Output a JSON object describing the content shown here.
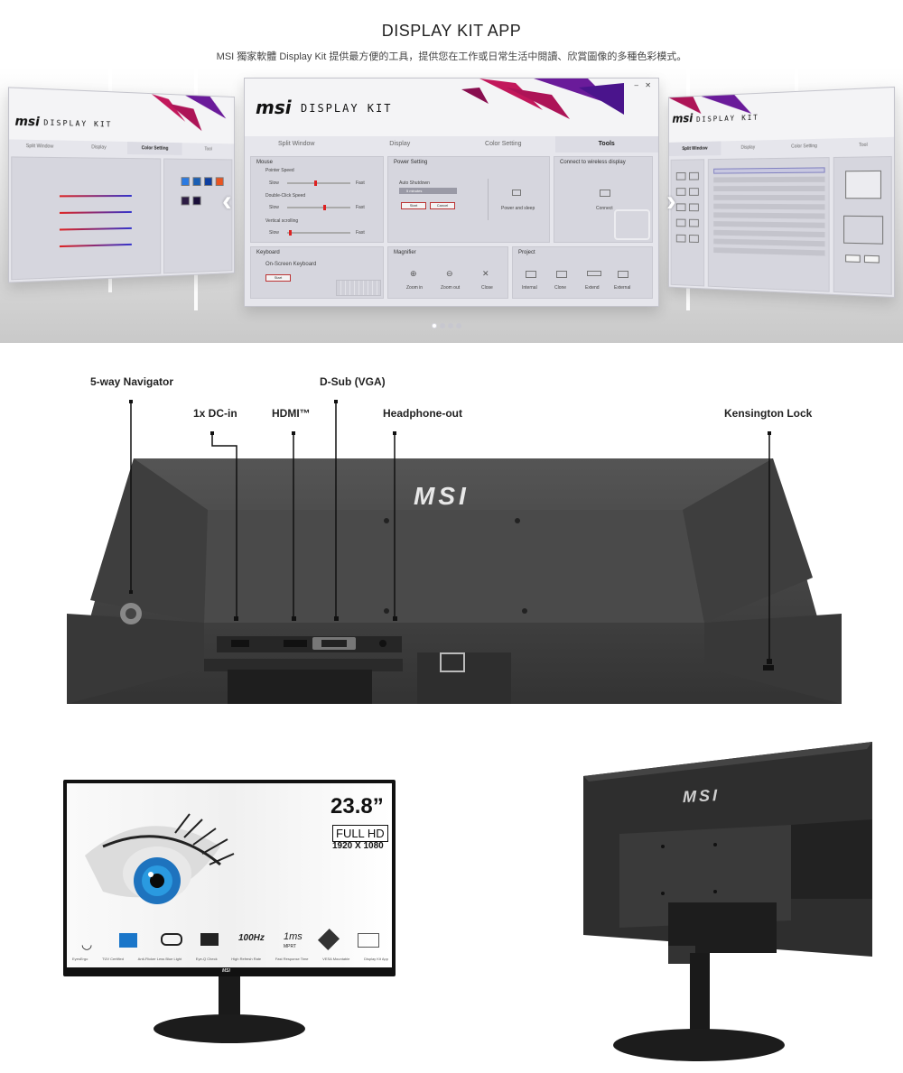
{
  "header": {
    "title": "DISPLAY KIT APP",
    "subtitle": "MSI 獨家軟體 Display Kit 提供最方便的工具，提供您在工作或日常生活中閱讀、欣賞圖像的多種色彩模式。"
  },
  "app": {
    "brand": "msi",
    "name": "DISPLAY KIT",
    "tabs": [
      "Split Window",
      "Display",
      "Color Setting",
      "Tools"
    ],
    "active_tab": "Tools",
    "left_tabs": [
      "Split Window",
      "Display",
      "Color Setting",
      "Tool"
    ],
    "right_tabs": [
      "Split Window",
      "Display",
      "Color Setting",
      "Tool"
    ],
    "panels": {
      "mouse": {
        "title": "Mouse",
        "pointer_speed": "Pointer Speed",
        "double_click": "Double-Click Speed",
        "vertical_scroll": "Vertical scrolling",
        "slow": "Slow",
        "fast": "Fast"
      },
      "power": {
        "title": "Power Setting",
        "auto_shutdown": "Auto Shutdown",
        "select_value": "5 minutes",
        "start": "Start",
        "cancel": "Cancel",
        "power_and_sleep": "Power and sleep"
      },
      "wireless": {
        "title": "Connect to wireless display",
        "connect": "Connect"
      },
      "keyboard": {
        "title": "Keyboard",
        "osk": "On-Screen Keyboard",
        "start": "Start"
      },
      "magnifier": {
        "title": "Magnifier",
        "zoom_in": "Zoom in",
        "zoom_out": "Zoom out",
        "close": "Close"
      },
      "project": {
        "title": "Project",
        "internal": "Internal",
        "clone": "Clone",
        "extend": "Extend",
        "external": "External"
      }
    },
    "window_controls": {
      "minimize": "–",
      "close": "✕"
    }
  },
  "carousel": {
    "slide_count": 4,
    "active_index": 0
  },
  "ports": {
    "navigator": "5-way Navigator",
    "dc_in": "1x DC-in",
    "hdmi": "HDMI™",
    "dsub": "D-Sub (VGA)",
    "headphone": "Headphone-out",
    "kensington": "Kensington Lock",
    "brand_mark": "MSI"
  },
  "front_monitor": {
    "size": "23.8”",
    "badge": "FULL HD",
    "resolution": "1920 X 1080",
    "bottom_brand": "MSI",
    "features": [
      "EyesErgo",
      "TÜV Certified",
      "Anti-Flicker Less Blue Light",
      "Eye-Q Check",
      "High Refresh Rate",
      "Fast Response Time",
      "VESA Mountable",
      "Display Kit App"
    ],
    "refresh_badge": "100Hz",
    "response_badge": "1ms",
    "mprt": "MPRT"
  },
  "back_monitor": {
    "brand_mark": "MSI"
  }
}
